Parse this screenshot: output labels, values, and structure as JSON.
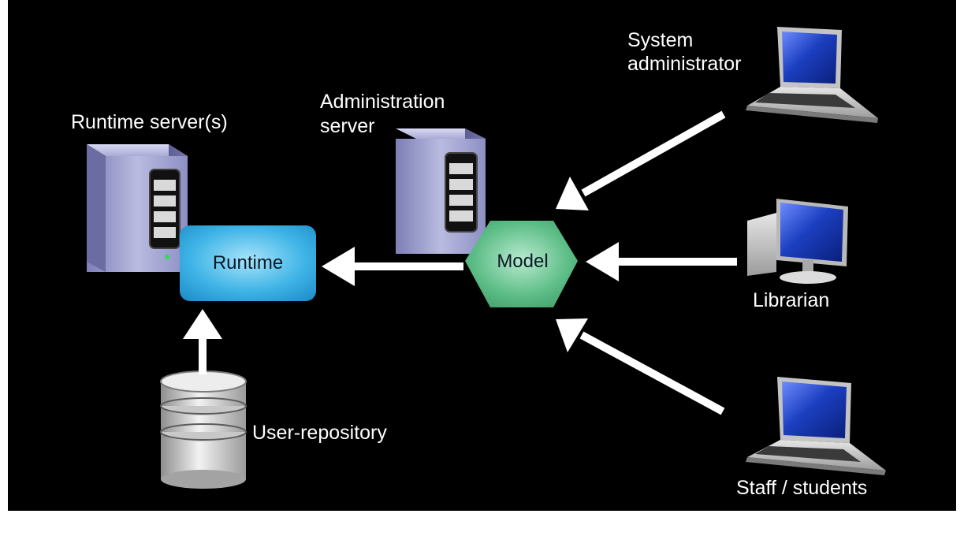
{
  "nodes": {
    "runtime_servers": {
      "label": "Runtime server(s)"
    },
    "administration_server": {
      "label_line1": "Administration",
      "label_line2": "server"
    },
    "runtime": {
      "label": "Runtime"
    },
    "model": {
      "label": "Model"
    },
    "user_repository": {
      "label": "User-repository"
    },
    "system_administrator": {
      "label_line1": "System",
      "label_line2": "administrator"
    },
    "librarian": {
      "label": "Librarian"
    },
    "staff_students": {
      "label": "Staff / students"
    }
  },
  "colors": {
    "background": "#000000",
    "runtime_box": "#2aa6dc",
    "model_hexagon": "#4cae72",
    "arrow": "#ffffff",
    "server_body": "#9fa0cc",
    "screen_blue": "#1b3fc0"
  },
  "icons": {
    "runtime_server": "server-tower-icon",
    "administration_server": "server-tower-icon",
    "user_repository": "database-icon",
    "system_administrator": "laptop-icon",
    "librarian": "desktop-monitor-icon",
    "staff_students": "laptop-icon"
  }
}
